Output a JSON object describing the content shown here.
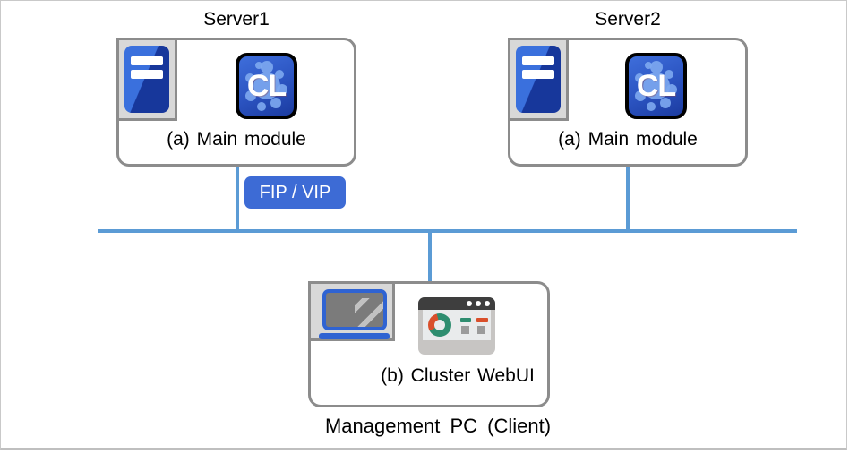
{
  "colors": {
    "network_line": "#5b9bd5",
    "box_border": "#8c8c8c",
    "icon_panel_bg": "#d8d8d8",
    "badge_bg": "#3d6bd5",
    "badge_text": "#ffffff",
    "brand_blue": "#2f63d2",
    "cl_logo_bg": "#2b53c0",
    "cl_splat": "#7da8f0",
    "donut_green": "#2e8d6f",
    "donut_red": "#d94f2b",
    "label_text": "#000000"
  },
  "cl_logo_text": "CL",
  "badge": {
    "label": "FIP / VIP"
  },
  "nodes": {
    "server1": {
      "label": "Server1",
      "module_label": "(a) Main module",
      "icons": [
        "server-tower-icon",
        "cluster-logo-icon"
      ]
    },
    "server2": {
      "label": "Server2",
      "module_label": "(a) Main module",
      "icons": [
        "server-tower-icon",
        "cluster-logo-icon"
      ]
    },
    "management_pc": {
      "module_label": "(b) Cluster WebUI",
      "caption": "Management PC (Client)",
      "icons": [
        "laptop-icon",
        "webui-dashboard-icon"
      ]
    }
  }
}
